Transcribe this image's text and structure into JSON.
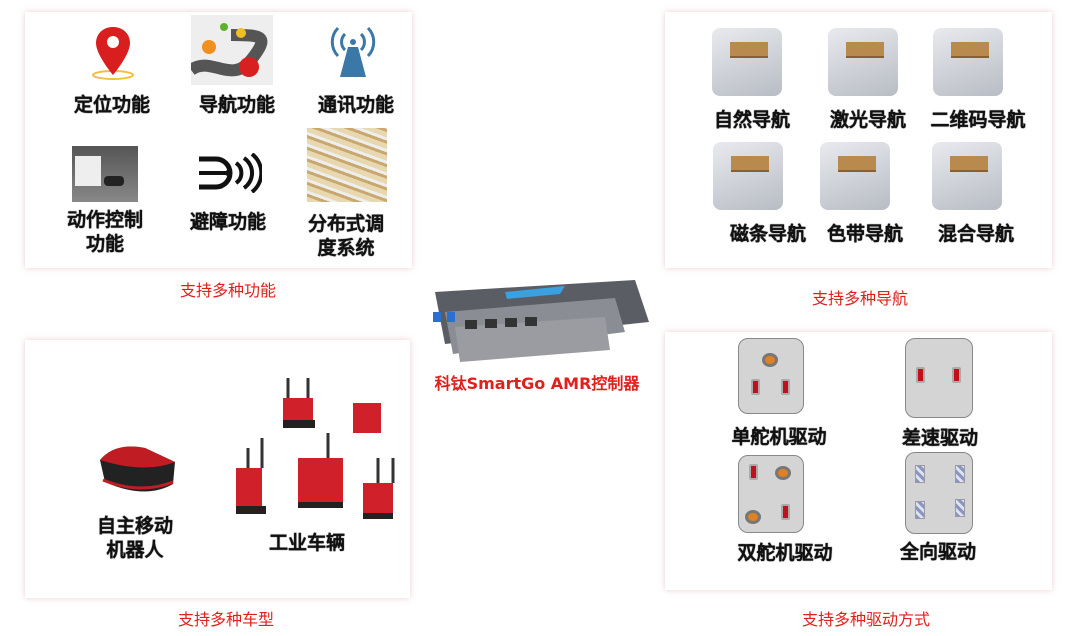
{
  "functions": {
    "caption": "支持多种功能",
    "items": [
      {
        "label": "定位功能",
        "icon": "location-pin-icon"
      },
      {
        "label": "导航功能",
        "icon": "route-icon"
      },
      {
        "label": "通讯功能",
        "icon": "antenna-icon"
      },
      {
        "label": "动作控制\n功能",
        "line1": "动作控制",
        "line2": "功能",
        "icon": "robot-photo-icon"
      },
      {
        "label": "避障功能",
        "icon": "obstacle-sensor-icon"
      },
      {
        "label": "分布式调度系统",
        "line1": "分布式调",
        "line2": "度系统",
        "icon": "warehouse-icon"
      }
    ]
  },
  "navigation": {
    "caption": "支持多种导航",
    "items": [
      "自然导航",
      "激光导航",
      "二维码导航",
      "磁条导航",
      "色带导航",
      "混合导航"
    ]
  },
  "controller": {
    "label": "科钛SmartGo AMR控制器"
  },
  "vehicles": {
    "caption": "支持多种车型",
    "items": [
      {
        "line1": "自主移动",
        "line2": "机器人"
      },
      {
        "line1": "工业车辆"
      }
    ]
  },
  "drive": {
    "caption": "支持多种驱动方式",
    "items": [
      "单舵机驱动",
      "差速驱动",
      "双舵机驱动",
      "全向驱动"
    ]
  },
  "colors": {
    "accent": "#e0201c"
  }
}
